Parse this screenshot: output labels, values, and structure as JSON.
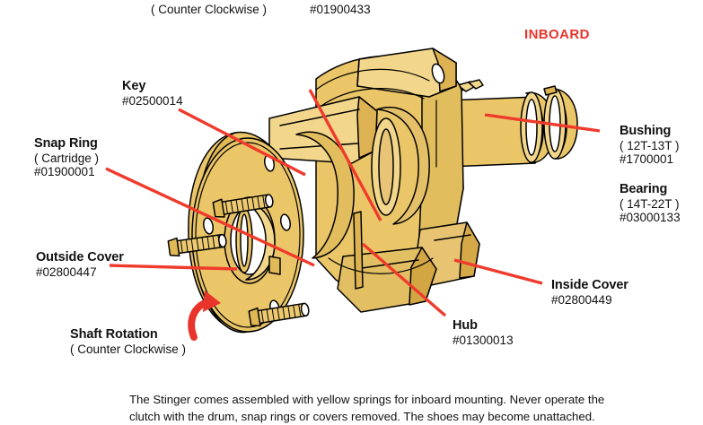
{
  "diagram": {
    "title_text_top_partial": "( Counter Clockwise )",
    "top_part_number": "#01900433",
    "orientation_marker": {
      "text": "INBOARD",
      "color": "#e8342a"
    },
    "colors": {
      "body_fill": "#ebc668",
      "body_fill_light": "#f2d68b",
      "body_fill_dark": "#d9ae4f",
      "outline": "#000000",
      "leader_line": "#ef3b2c",
      "accent_red": "#e8342a",
      "background": "#ffffff"
    },
    "callouts": [
      {
        "name": "key",
        "title": "Key",
        "sub": "",
        "part_number": "#02500014"
      },
      {
        "name": "snap-ring",
        "title": "Snap Ring",
        "sub": "( Cartridge )",
        "part_number": "#01900001"
      },
      {
        "name": "outside-cover",
        "title": "Outside Cover",
        "sub": "",
        "part_number": "#02800447"
      },
      {
        "name": "shaft-rotation",
        "title": "Shaft Rotation",
        "sub": "( Counter Clockwise )",
        "part_number": ""
      },
      {
        "name": "bushing",
        "title": "Bushing",
        "sub": "( 12T-13T )",
        "part_number": "#1700001"
      },
      {
        "name": "bearing",
        "title": "Bearing",
        "sub": "( 14T-22T )",
        "part_number": "#03000133"
      },
      {
        "name": "inside-cover",
        "title": "Inside Cover",
        "sub": "",
        "part_number": "#02800449"
      },
      {
        "name": "hub",
        "title": "Hub",
        "sub": "",
        "part_number": "#01300013"
      }
    ],
    "caption": {
      "line1": "The Stinger comes assembled with yellow springs for inboard mounting.  Never operate the",
      "line2": "clutch with the drum, snap rings or covers removed.  The shoes may become unattached."
    }
  }
}
